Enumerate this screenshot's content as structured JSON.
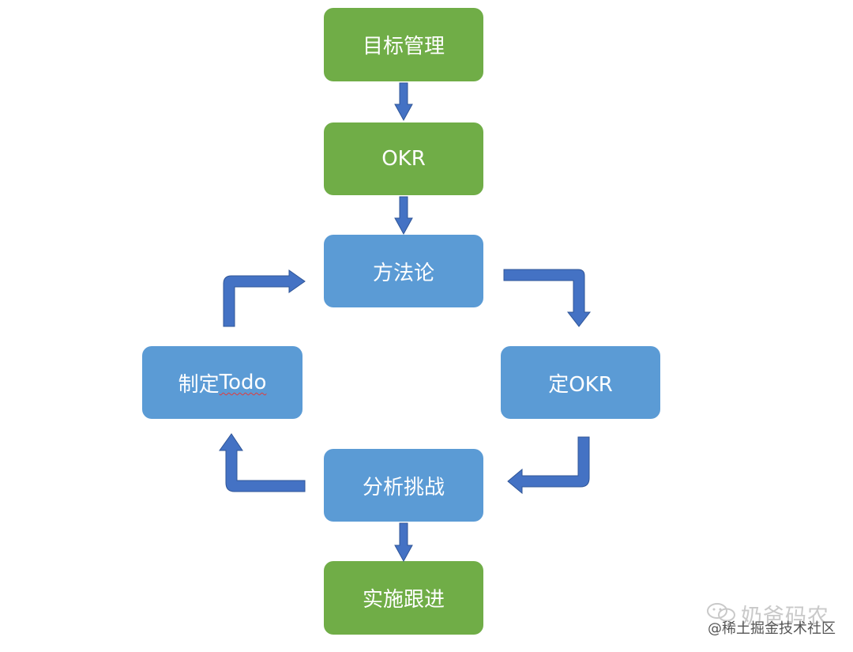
{
  "diagram": {
    "nodes": {
      "goal_management": "目标管理",
      "okr": "OKR",
      "methodology": "方法论",
      "set_okr": "定OKR",
      "analyze_challenges": "分析挑战",
      "make_todo_prefix": "制定",
      "make_todo_word": "Todo",
      "follow_up": "实施跟进"
    },
    "colors": {
      "green": "#70ad47",
      "blue": "#5b9bd5",
      "arrow": "#4472c4"
    }
  },
  "watermark": {
    "brand": "奶爸码农",
    "community": "@稀土掘金技术社区",
    "icon": "wechat-icon"
  }
}
